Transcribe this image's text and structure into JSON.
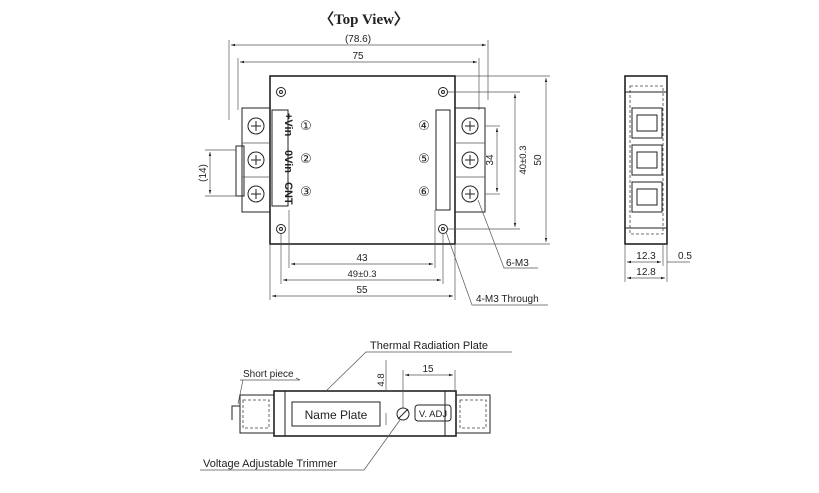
{
  "title": "〈Top View〉",
  "dimensions": {
    "width_overall": "(78.6)",
    "width_body": "75",
    "left_side_height": "(14)",
    "pin_pitch": "34",
    "hole_pitch_v": "40±0.3",
    "height": "50",
    "pin_span": "43",
    "hole_pitch_h": "49±0.3",
    "width_plate": "55",
    "side_thickness_a": "12.3",
    "side_thickness_b": "12.8",
    "side_gap": "0.5",
    "trimmer_offset": "4.8",
    "trimmer_pitch": "15"
  },
  "terminals": {
    "left": [
      "+Vin",
      "0Vin",
      "CNT"
    ],
    "left_numbers": [
      "①",
      "②",
      "③"
    ],
    "right_numbers": [
      "④",
      "⑤",
      "⑥"
    ]
  },
  "callouts": {
    "screw": "6-M3",
    "through": "4-M3 Through",
    "thermal_plate": "Thermal Radiation Plate",
    "short_piece": "Short piece",
    "name_plate": "Name Plate",
    "v_adj": "V. ADJ",
    "trimmer": "Voltage Adjustable Trimmer"
  }
}
